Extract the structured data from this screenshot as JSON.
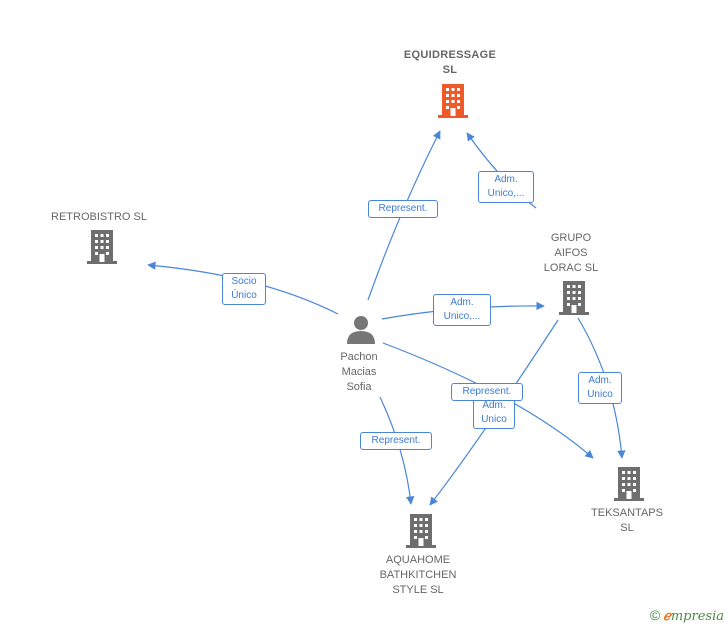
{
  "nodes": {
    "equidressage": {
      "label": "EQUIDRESSAGE\nSL"
    },
    "retrobistro": {
      "label": "RETROBISTRO SL"
    },
    "grupo": {
      "label": "GRUPO\nAIFOS\nLORAC  SL"
    },
    "pachon": {
      "label": "Pachon\nMacias\nSofia"
    },
    "aquahome": {
      "label": "AQUAHOME\nBATHKITCHEN\nSTYLE SL"
    },
    "teksantaps": {
      "label": "TEKSANTAPS\nSL"
    }
  },
  "edges": {
    "pachon_equidressage": "Represent.",
    "grupo_equidressage": "Adm.\nUnico,...",
    "pachon_retrobistro": "Socio\nÚnico",
    "pachon_grupo": "Adm.\nUnico,...",
    "pachon_teksantaps": "Represent.",
    "grupo_aquahome": "Adm.\nUnico",
    "pachon_aquahome": "Represent.",
    "grupo_teksantaps": "Adm.\nUnico"
  },
  "colors": {
    "edge": "#4a86d8",
    "building_gray": "#6e6e6e",
    "building_highlight": "#f05a28",
    "person": "#777777"
  },
  "footer": {
    "copyright_symbol": "©",
    "brand_initial": "ℯ",
    "brand_rest": "mpresia"
  }
}
